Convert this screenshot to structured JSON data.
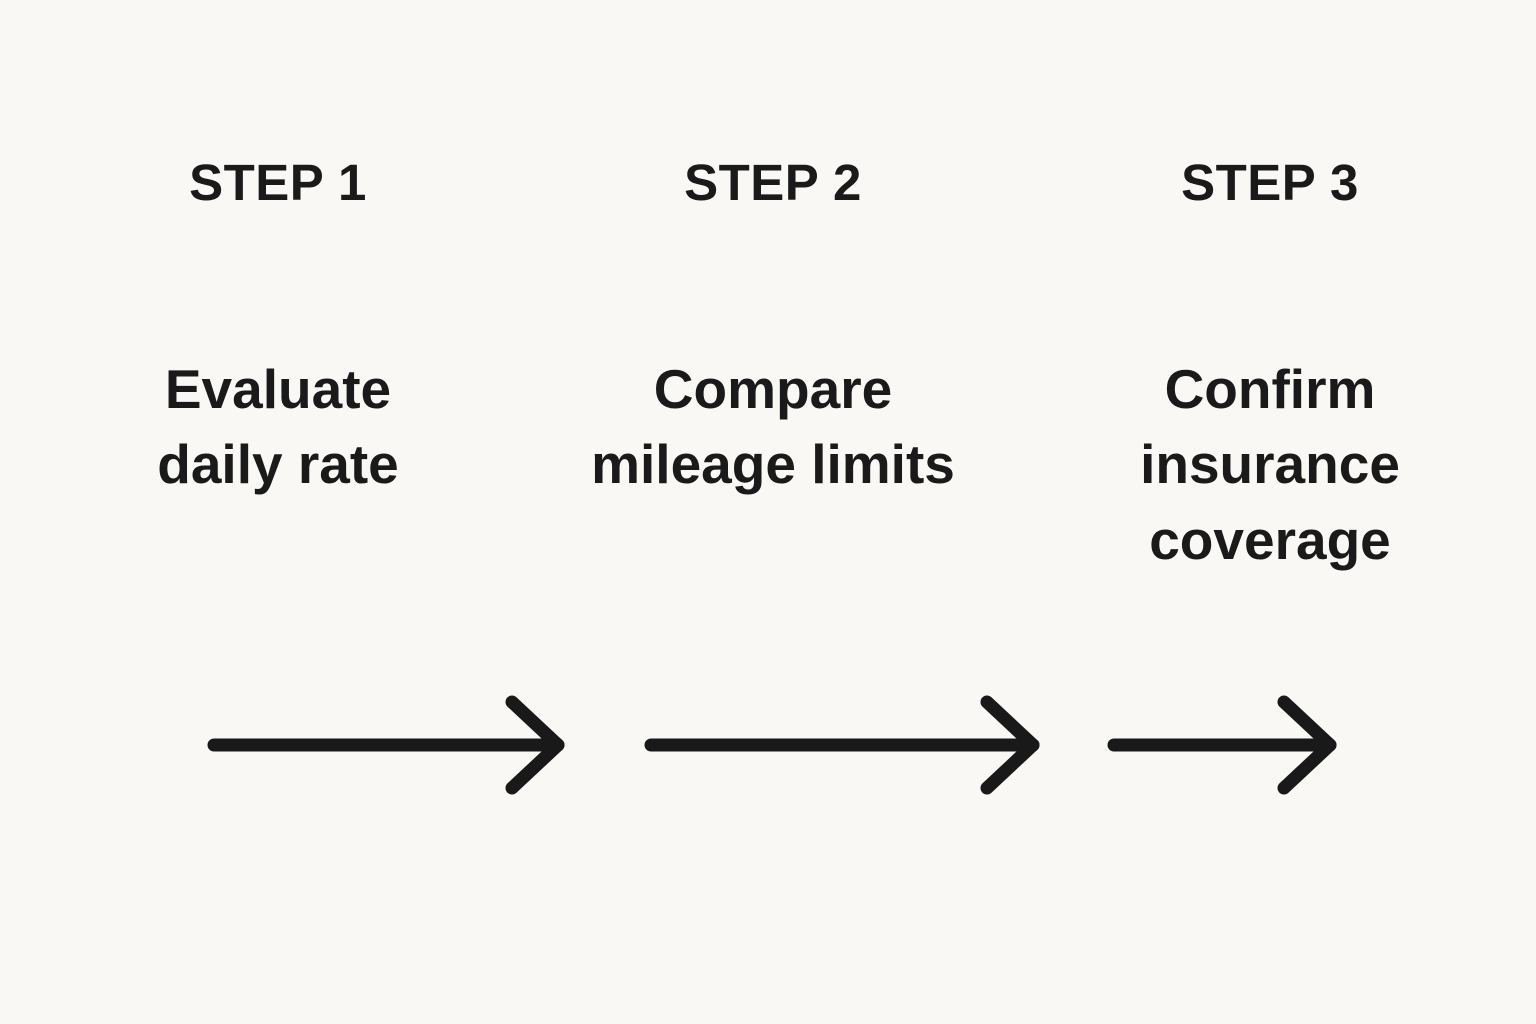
{
  "colors": {
    "background": "#f9f8f4",
    "text": "#1a1a1a",
    "arrow": "#191919"
  },
  "steps": [
    {
      "label": "STEP 1",
      "description": "Evaluate\ndaily rate",
      "arrow_icon": "arrow-right"
    },
    {
      "label": "STEP 2",
      "description": "Compare\nmileage limits",
      "arrow_icon": "arrow-right"
    },
    {
      "label": "STEP 3",
      "description": "Confirm\ninsurance\ncoverage",
      "arrow_icon": "arrow-right"
    }
  ]
}
